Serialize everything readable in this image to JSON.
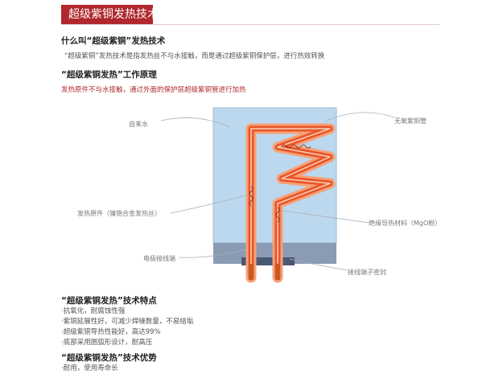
{
  "header": {
    "title": "超级紫铜发热技术"
  },
  "section1": {
    "heading": "什么叫“超级紫铜”发热技术",
    "body": "“超级紫铜”发热技术是指发热丝不与水接触，而是通过超级紫铜保护层，进行热效转换"
  },
  "section2": {
    "heading": "“超级紫铜发热”工作原理",
    "body": "发热原件不与水接触，通过外面的保护层超级紫铜管进行加热"
  },
  "diagram": {
    "labels": {
      "tap_water": "自来水",
      "copper_tube": "无氧紫铜管",
      "heating_element": "发热原件（镍铬合金发热丝）",
      "insulation": "绝缘导热材料（MgO粉）",
      "electrode": "电极接线端",
      "terminal_seal": "接线端子密封"
    },
    "colors": {
      "water": "#bcd8ee",
      "tube": "#e8562a",
      "tube_glow": "#f6a178",
      "base": "#8a9bb3",
      "terminal": "#c85a23"
    }
  },
  "section3": {
    "heading": "“超级紫铜发热”技术特点",
    "items": [
      "·抗氧化，耐腐蚀性强",
      "·紫铜延展性好，可减少焊缝数量，不易结垢",
      "·超级紫铜导热性能好，高达99%",
      "·底部采用圆弧形设计，耐高压"
    ]
  },
  "section4": {
    "heading": "“超级紫铜发热”技术优势",
    "items": [
      "·耐用，使用寿命长"
    ]
  }
}
